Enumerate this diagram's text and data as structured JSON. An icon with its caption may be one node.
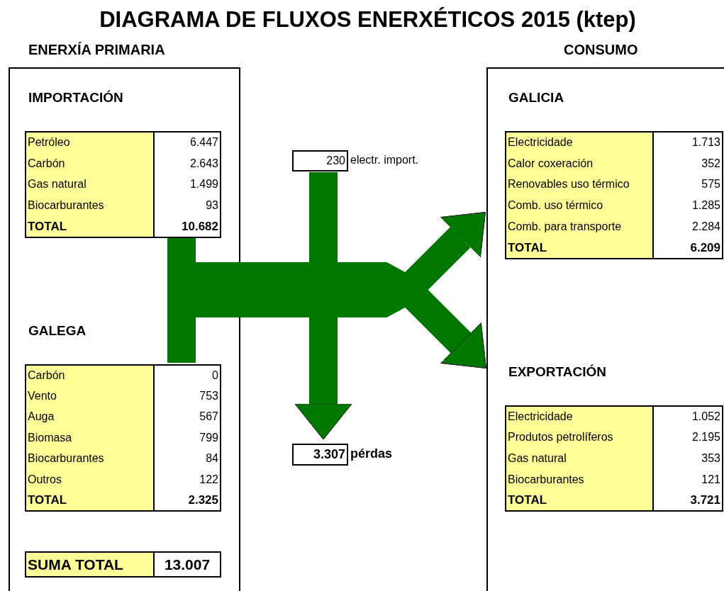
{
  "diagram": {
    "title": "DIAGRAMA DE FLUXOS ENERXÉTICOS 2015 (ktep)",
    "nodes": [
      {
        "text": [
          "ENERXÍA PRIMARIA"
        ]
      },
      {
        "text": [
          "IMPORTACIÓN",
          "Petróleo",
          "6.447",
          "Carbón",
          "2.643",
          "Gas natural",
          "1.499",
          "Biocarburantes",
          "93",
          "TOTAL",
          "10.682"
        ],
        "in": 0
      },
      {
        "text": [
          "GALEGA",
          "Carbón",
          "0",
          "Vento",
          "753",
          "Auga",
          "567",
          "Biomasa",
          "799",
          "Biocarburantes",
          "84",
          "Outros",
          "122",
          "TOTAL",
          "2.325"
        ],
        "in": 0
      },
      {
        "text": [
          "SUMA TOTAL",
          "13.007"
        ],
        "in": 0
      },
      {
        "text": [
          "230"
        ],
        "beside": [
          "electr. import."
        ]
      },
      {
        "text": [
          "CONSUMO"
        ]
      },
      {
        "text": [
          "GALICIA",
          "Electricidade",
          "1.713",
          "Calor coxeración",
          "352",
          "Renovables uso térmico",
          "575",
          "Comb. uso térmico",
          "1.285",
          "Comb. para transporte",
          "2.284",
          "TOTAL",
          "6.209"
        ],
        "in": 5
      },
      {
        "text": [
          "EXPORTACIÓN",
          "Electricidade",
          "1.052",
          "Produtos petrolíferos",
          "2.195",
          "Gas natural",
          "353",
          "Biocarburantes",
          "121",
          "TOTAL",
          "3.721"
        ],
        "in": 5
      },
      {
        "text": [
          "3.307"
        ],
        "beside": [
          "pérdas"
        ]
      }
    ],
    "edges": [
      {
        "from": 1,
        "to": 6,
        "arrow": "to"
      },
      {
        "from": 1,
        "to": 7,
        "arrow": "to"
      },
      {
        "from": 1,
        "to": 8,
        "arrow": "to"
      },
      {
        "from": 2,
        "to": 6,
        "arrow": "to"
      },
      {
        "from": 2,
        "to": 7,
        "arrow": "to"
      },
      {
        "from": 2,
        "to": 8,
        "arrow": "to"
      },
      {
        "from": 4,
        "to": 6,
        "arrow": "to"
      },
      {
        "from": 4,
        "to": 7,
        "arrow": "to"
      },
      {
        "from": 4,
        "to": 8,
        "arrow": "to"
      }
    ]
  }
}
